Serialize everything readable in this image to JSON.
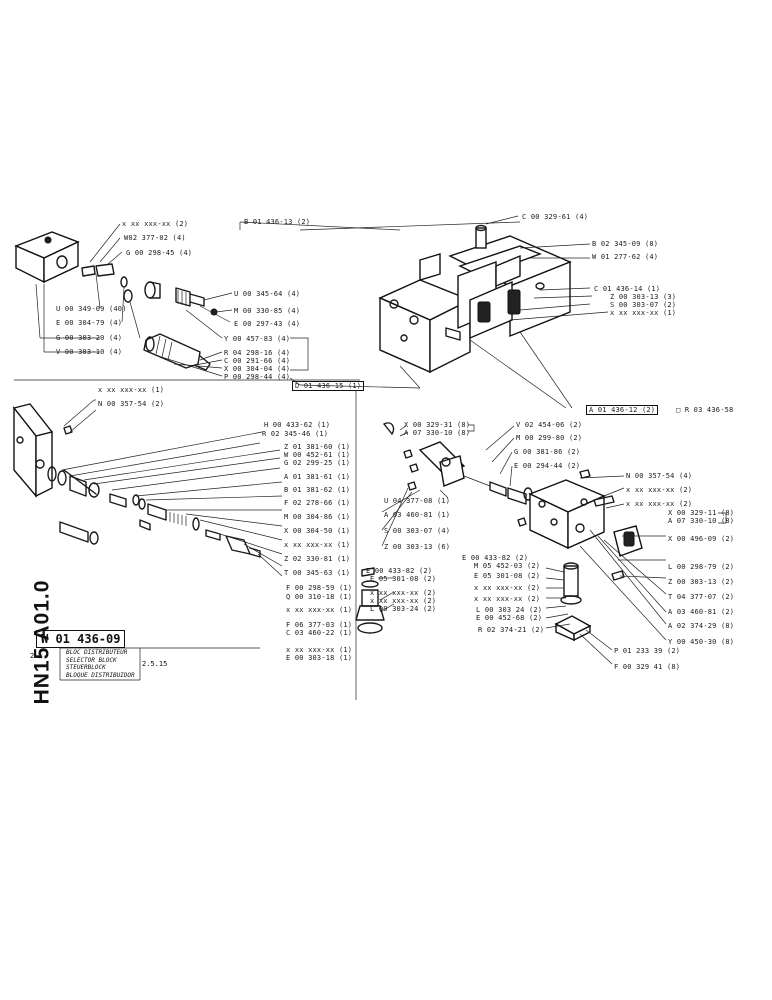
{
  "document": {
    "code": "HN15 A01.0",
    "drawing_number": "W 01 436-09",
    "rev_mark": "2 %",
    "sheet": "2.5.15",
    "titles": [
      "BLOC DISTRIBUTEUR",
      "SELECTOR BLOCK",
      "STEUERBLOCK",
      "BLOQUE DISTRIBUIDOR"
    ]
  },
  "callouts_top_left": [
    "x xx xxx-xx (2)",
    "W02 377-02 (4)",
    "G 00 298-45 (4)",
    "U 00 345-64 (4)",
    "U 00 349-09 (40)",
    "M 00 330-85 (4)",
    "E 00 304-79 (4)",
    "E 00 297-43 (4)",
    "G 00 303-20 (4)",
    "Y 00 457-83 (4)",
    "V 00 303-10 (4)",
    "R 04 298-16 (4)",
    "C 00 291-66 (4)",
    "X 00 304-04 (4)",
    "P 00 298-44 (4)"
  ],
  "callouts_top_right": [
    "B 01 436-13 (2)",
    "C 00 329-61 (4)",
    "B 02 345-09 (8)",
    "W 01 277-62 (4)",
    "C 01 436-14 (1)",
    "Z 00 303-13 (3)",
    "S 00 303-07 (2)",
    "x xx xxx-xx (1)",
    "D 01 436-15 (1)",
    "A 01 436-12 (2)",
    "R 03 436-58"
  ],
  "callouts_mid_left": [
    "x xx xxx-xx (1)",
    "N 00 357-54 (2)",
    "H 00 433-62 (1)",
    "R 02 345-46 (1)",
    "Z 01 381-60 (1)",
    "W 00 452-61 (1)",
    "G 02 299-25 (1)",
    "A 01 381-61 (1)",
    "B 01 381-62 (1)",
    "F 02 278-66 (1)",
    "M 00 304-86 (1)",
    "X 00 304-50 (1)",
    "x xx xxx-xx (1)",
    "Z 02 330-81 (1)",
    "T 00 345-63 (1)",
    "F 00 298-59 (1)",
    "Q 00 310-18 (1)",
    "x xx xxx-xx (1)",
    "F 06 377-03 (1)",
    "C 03 460-22 (1)",
    "x xx xxx-xx (1)",
    "E 00 303-18 (1)"
  ],
  "callouts_mid_center": [
    "X 00 329-31 (8)",
    "A 07 330-10 (8)",
    "V 02 454-06 (2)",
    "M 00 299-80 (2)",
    "G 00 381-86 (2)",
    "E 00 294-44 (2)",
    "U 04 377-08 (1)",
    "A 03 460-81 (1)",
    "S 00 303-07 (4)",
    "Z 00 303-13 (6)",
    "E 00 433-82 (2)",
    "E 05 301-08 (2)",
    "x xx xxx-xx (2)",
    "x xx xxx-xx (2)",
    "L 00 303-24 (2)",
    "E 00 433-82 (2)",
    "M 05 452-03 (2)",
    "E 05 301-08 (2)",
    "x xx xxx-xx (2)",
    "x xx xxx-xx (2)",
    "L 00 303 24 (2)",
    "E 00 452-68 (2)",
    "R 02 374-21 (2)"
  ],
  "callouts_mid_right": [
    "N 00 357-54 (4)",
    "x xx xxx-xx (2)",
    "x xx xxx-xx (2)",
    "X 00 329-11 (8)",
    "A 07 330-10 (8)",
    "X 00 496-09 (2)",
    "L 00 298-79 (2)",
    "Z 00 303-13 (2)",
    "T 04 377-07 (2)",
    "A 03 460-81 (2)",
    "A 02 374-29 (8)",
    "Y 00 450-30 (8)",
    "P 01 233 39 (2)",
    "F 00 329 41 (8)"
  ]
}
